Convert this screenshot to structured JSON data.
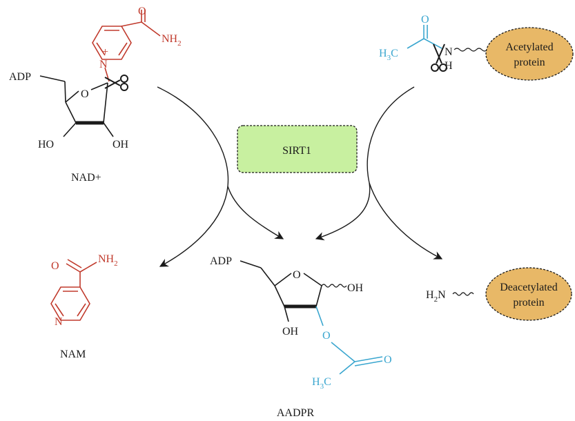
{
  "colors": {
    "red": "#c0392b",
    "blue": "#3aa6cf",
    "black": "#1a1a1a",
    "enzyme_fill": "#c8f0a0",
    "protein_fill": "#e8b867"
  },
  "labels": {
    "nad": "NAD+",
    "nam": "NAM",
    "aadpr": "AADPR",
    "enzyme": "SIRT1",
    "acetylated_l1": "Acetylated",
    "acetylated_l2": "protein",
    "deacetylated_l1": "Deacetylated",
    "deacetylated_l2": "protein",
    "adp": "ADP",
    "ho": "HO",
    "oh": "OH",
    "o": "O",
    "n": "N",
    "h": "H",
    "nh": "NH",
    "nh_sub": "2",
    "h_c": "H",
    "h_c_sub": "3",
    "c": "C",
    "h2n_h": "H",
    "h2n_sub": "2",
    "h2n_n": "N",
    "plus": "+"
  },
  "icons": [
    "scissors-icon"
  ]
}
